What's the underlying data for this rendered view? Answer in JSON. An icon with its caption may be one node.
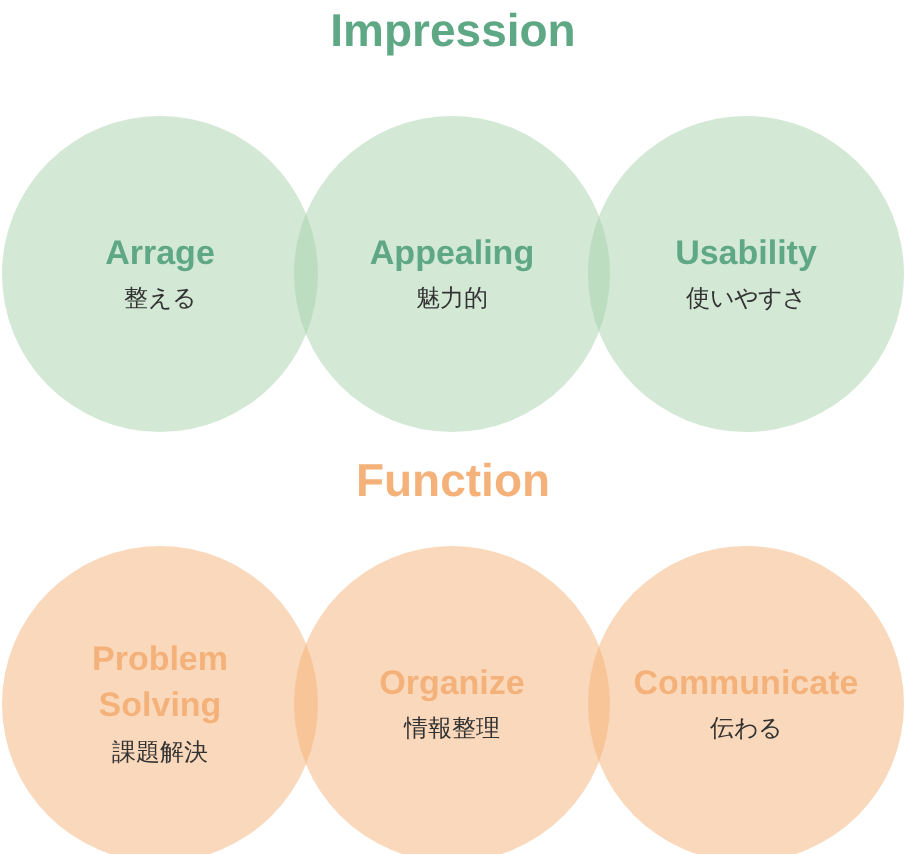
{
  "diagram": {
    "nodes": [
      {
        "text": [
          "Arrage",
          "整える"
        ]
      },
      {
        "text": [
          "Appealing",
          "魅力的"
        ]
      },
      {
        "text": [
          "Usability",
          "使いやすさ"
        ]
      },
      {
        "text": [
          "Problem Solving",
          "課題解決"
        ]
      },
      {
        "text": [
          "Organize",
          "情報整理"
        ]
      },
      {
        "text": [
          "Communicate",
          "伝わる"
        ]
      }
    ],
    "labels": [
      "Impression",
      "Function"
    ]
  }
}
